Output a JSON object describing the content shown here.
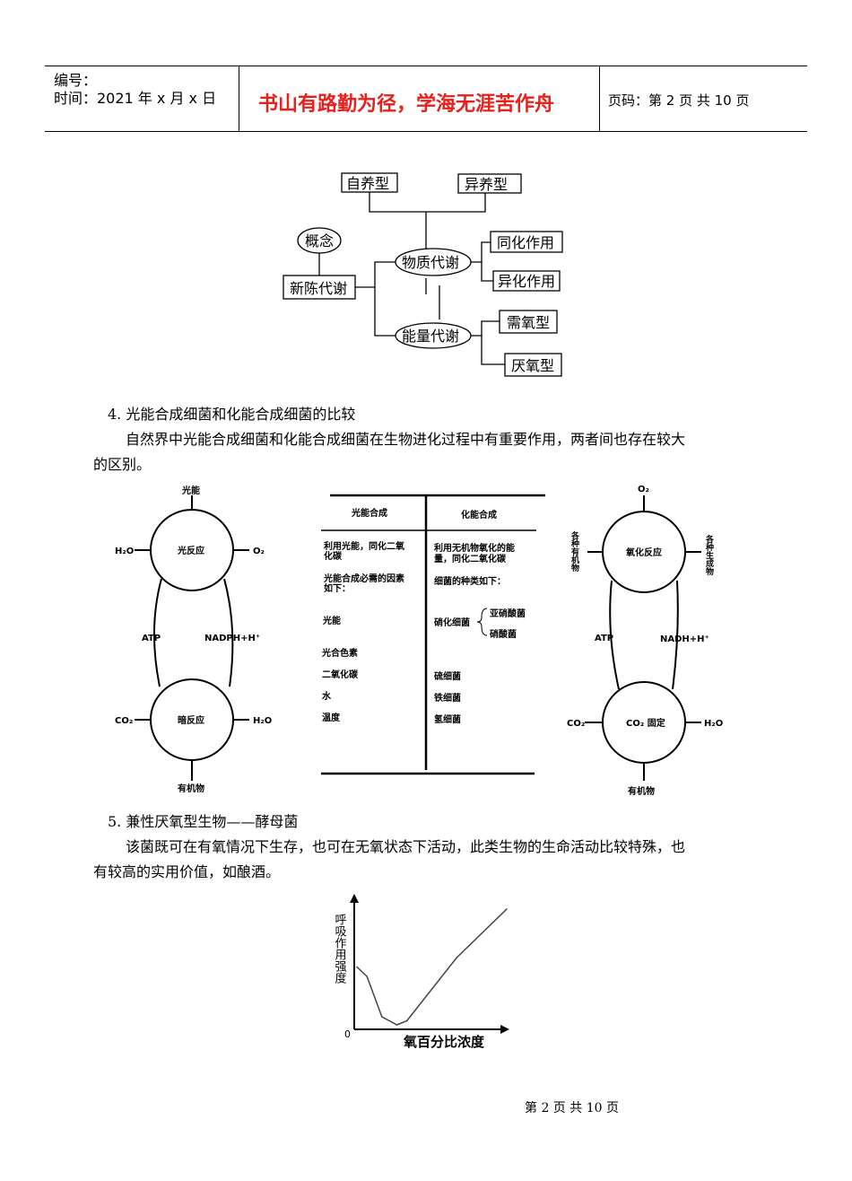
{
  "header": {
    "number_label": "编号：",
    "date_label": "时间：2021 年 x 月 x 日",
    "motto": "书山有路勤为径，学海无涯苦作舟",
    "page_label": "页码：第 2 页  共 10 页"
  },
  "concept_diagram": {
    "autotroph": "自养型",
    "heterotroph": "异养型",
    "concept": "概念",
    "metabolism": "新陈代谢",
    "material_metabolism": "物质代谢",
    "anabolism": "同化作用",
    "catabolism": "异化作用",
    "energy_metabolism": "能量代谢",
    "aerobic": "需氧型",
    "anaerobic": "厌氧型"
  },
  "section4": {
    "heading": "4. 光能合成细菌和化能合成细菌的比较",
    "para_line1": "自然界中光能合成细菌和化能合成细菌在生物进化过程中有重要作用，两者间也存在较大",
    "para_line2": "的区别。"
  },
  "photo_diagram": {
    "light": "光能",
    "h2o_in": "H₂O",
    "light_reaction": "光反应",
    "o2_out": "O₂",
    "atp": "ATP",
    "nadph": "NADPH+H⁺",
    "co2_in": "CO₂",
    "dark_reaction": "暗反应",
    "h2o_out": "H₂O",
    "organic": "有机物"
  },
  "comparison_table": {
    "headers": [
      "光能合成",
      "化能合成"
    ],
    "left": [
      "利用光能，同化二氧",
      "化碳",
      "光能合成必需的因素",
      "如下：",
      "光能",
      "光合色素",
      "二氧化碳",
      "水",
      "温度"
    ],
    "right": [
      "利用无机物氧化的能",
      "量，同化二氧化碳",
      "细菌的种类如下：",
      "硝化细菌",
      "亚硝酸菌",
      "硝酸菌",
      "硫细菌",
      "铁细菌",
      "氢细菌"
    ]
  },
  "chemo_diagram": {
    "o2_in": "O₂",
    "organic_in": "各种有机物",
    "oxidation": "氧化反应",
    "products_out": "各种生成物",
    "atp": "ATP",
    "nadh": "NADH+H⁺",
    "co2_in": "CO₂",
    "co2_fix": "CO₂ 固定",
    "h2o_out": "H₂O",
    "organic": "有机物"
  },
  "section5": {
    "heading": "5. 兼性厌氧型生物——酵母菌",
    "para_line1": "该菌既可在有氧情况下生存，也可在无氧状态下活动，此类生物的生命活动比较特殊，也",
    "para_line2": "有较高的实用价值，如酿酒。"
  },
  "chart_data": {
    "type": "line",
    "title": "",
    "xlabel": "氧百分比浓度",
    "ylabel": "呼吸作用强度",
    "origin_label": "0",
    "x": [
      0,
      2,
      5,
      8,
      10,
      20,
      30
    ],
    "values": [
      45,
      38,
      8,
      2,
      5,
      52,
      88
    ],
    "xlim": [
      0,
      30
    ],
    "ylim": [
      0,
      100
    ]
  },
  "footer": {
    "page_text": "第  2  页  共  10  页"
  }
}
